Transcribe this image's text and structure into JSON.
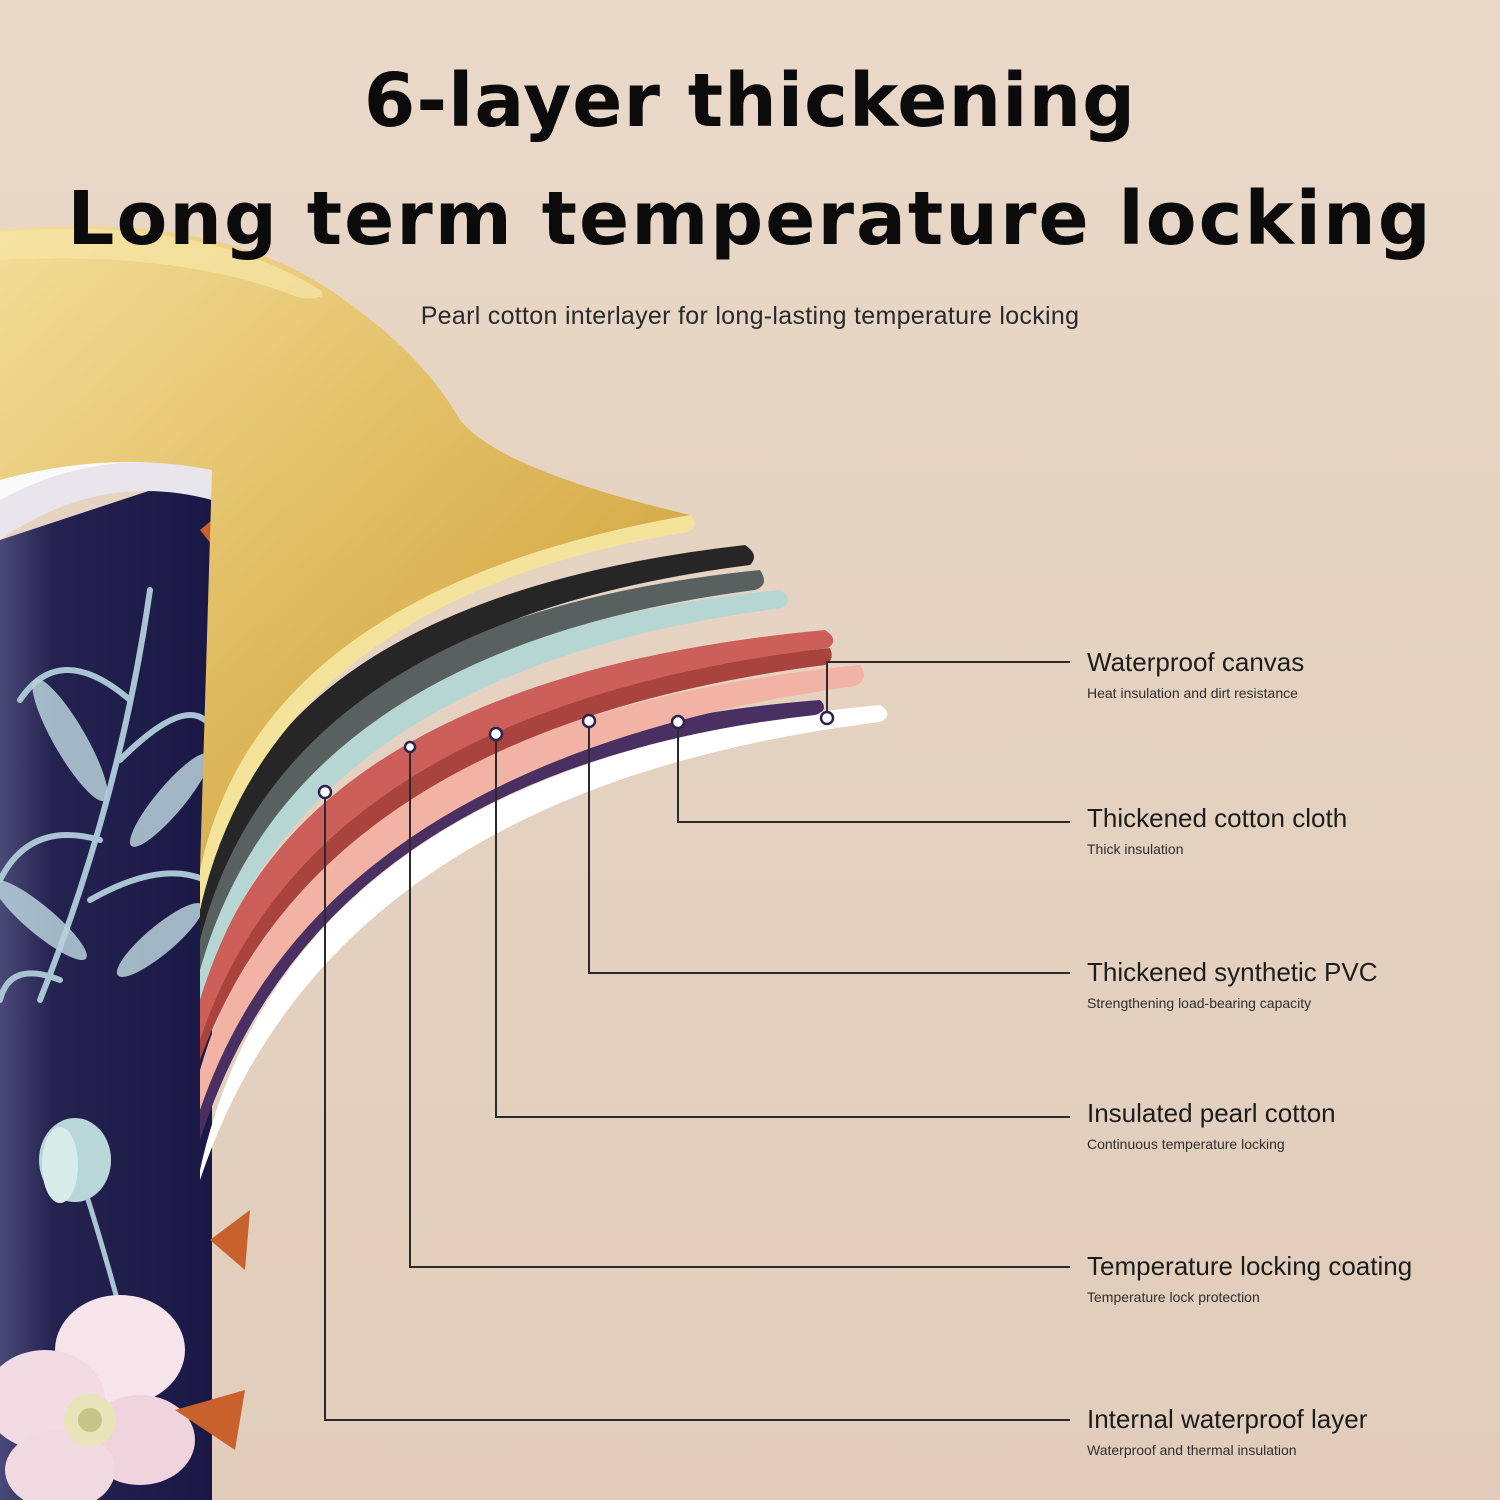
{
  "header": {
    "title_line1": "6-layer thickening",
    "title_line2": "Long term temperature locking",
    "subtitle": "Pearl cotton interlayer for long-lasting temperature locking"
  },
  "layers": [
    {
      "name": "Waterproof canvas",
      "description": "Heat insulation and dirt resistance"
    },
    {
      "name": "Thickened cotton cloth",
      "description": "Thick insulation"
    },
    {
      "name": "Thickened synthetic PVC",
      "description": "Strengthening load-bearing capacity"
    },
    {
      "name": "Insulated pearl cotton",
      "description": "Continuous temperature locking"
    },
    {
      "name": "Temperature locking coating",
      "description": "Temperature lock protection"
    },
    {
      "name": "Internal waterproof layer",
      "description": "Waterproof and thermal insulation"
    }
  ],
  "colors": {
    "background": "#e6d4c3",
    "bag_navy": "#1e1c4a",
    "layer_gold": "#d6ad45",
    "layer_cream": "#f4e39a",
    "layer_black": "#2d2d2d",
    "layer_mint": "#b5d6d2",
    "layer_red": "#cd5f5a",
    "layer_pink": "#f2b3a4",
    "layer_white": "#ffffff",
    "leader_line": "#2a2a2a"
  }
}
